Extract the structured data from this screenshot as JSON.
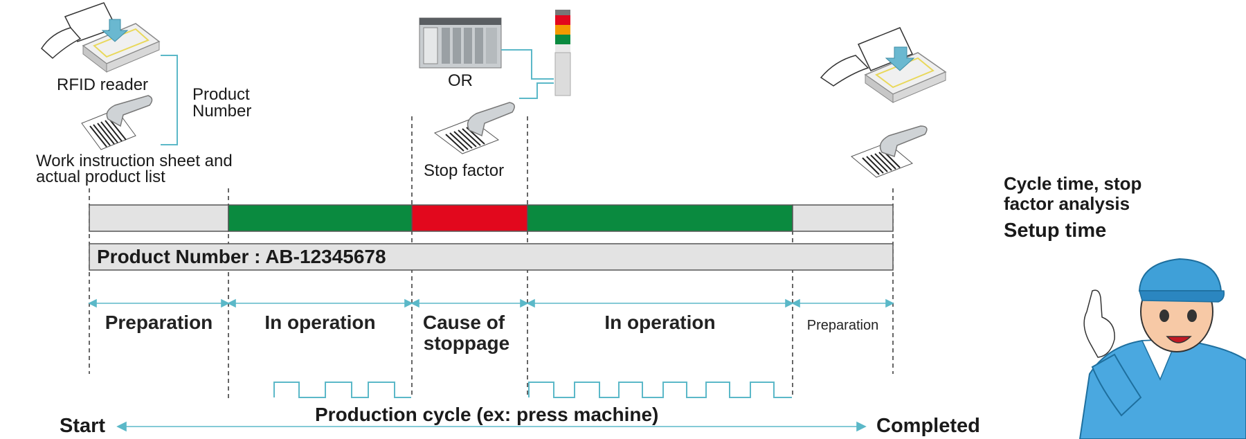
{
  "top_labels": {
    "rfid_reader": "RFID reader",
    "product_number": [
      "Product",
      "Number"
    ],
    "work_instruction": [
      "Work instruction sheet and",
      "actual product list"
    ],
    "or": "OR",
    "stop_factor": "Stop factor"
  },
  "right_panel": {
    "line1": "Cycle time, stop",
    "line2": "factor analysis",
    "line3": "Setup time"
  },
  "timeline": {
    "product_label": "Product Number : AB-12345678",
    "segments": [
      {
        "label": "Preparation",
        "status": "preparation"
      },
      {
        "label": "In operation",
        "status": "operation"
      },
      {
        "label": [
          "Cause of",
          "stoppage"
        ],
        "status": "stoppage"
      },
      {
        "label": "In operation",
        "status": "operation"
      },
      {
        "label": "Preparation",
        "status": "preparation"
      }
    ],
    "cycle_label": "Production cycle (ex: press machine)",
    "start_label": "Start",
    "end_label": "Completed"
  },
  "colors": {
    "preparation": "#e3e3e3",
    "operation": "#0a8a3f",
    "stoppage": "#e2081d",
    "accent_line": "#5bb8c8",
    "outline": "#555555"
  },
  "icons": [
    "rfid-reader-icon",
    "barcode-scanner-icon",
    "plc-controller-icon",
    "signal-tower-icon",
    "worker-character-icon"
  ]
}
